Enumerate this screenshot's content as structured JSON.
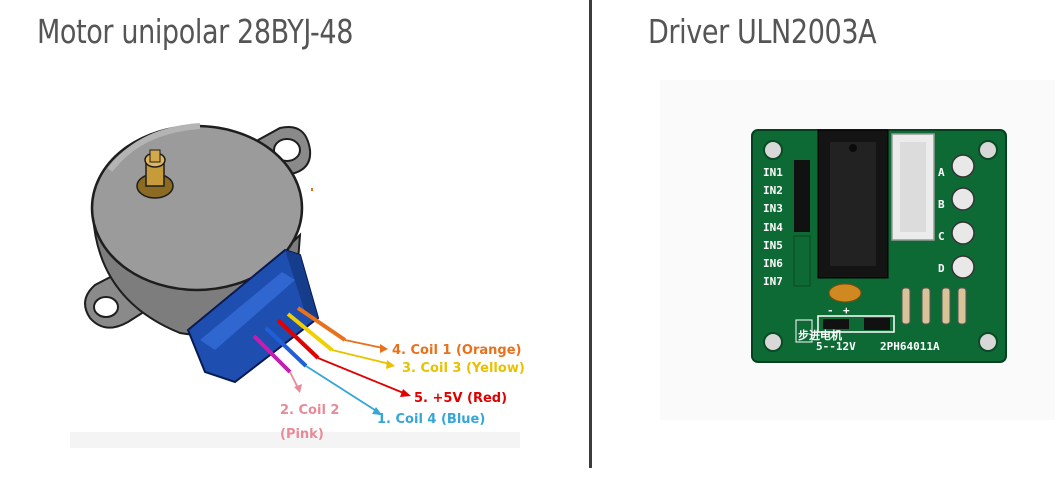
{
  "left_panel": {
    "title": "Motor unipolar 28BYJ-48",
    "wires": [
      {
        "id": "coil1",
        "label": "4. Coil 1 (Orange)",
        "color": "#e8711c"
      },
      {
        "id": "coil3",
        "label": "3. Coil 3 (Yellow)",
        "color": "#e8c200"
      },
      {
        "id": "v5",
        "label": "5. +5V (Red)",
        "color": "#e00000"
      },
      {
        "id": "coil2a",
        "label": "2. Coil 2",
        "color": "#e88a98"
      },
      {
        "id": "coil2b",
        "label": "(Pink)",
        "color": "#e88a98"
      },
      {
        "id": "coil4",
        "label": "1. Coil 4 (Blue)",
        "color": "#34a6d8"
      }
    ]
  },
  "right_panel": {
    "title": "Driver ULN2003A",
    "board": {
      "inputs": [
        "IN1",
        "IN2",
        "IN3",
        "IN4",
        "IN5",
        "IN6",
        "IN7"
      ],
      "leds": [
        "A",
        "B",
        "C",
        "D"
      ],
      "power_label": "5--12V",
      "power_minus": "-",
      "power_plus": "+",
      "part_code": "2PH64011A",
      "chinese_label": "步进电机"
    }
  }
}
